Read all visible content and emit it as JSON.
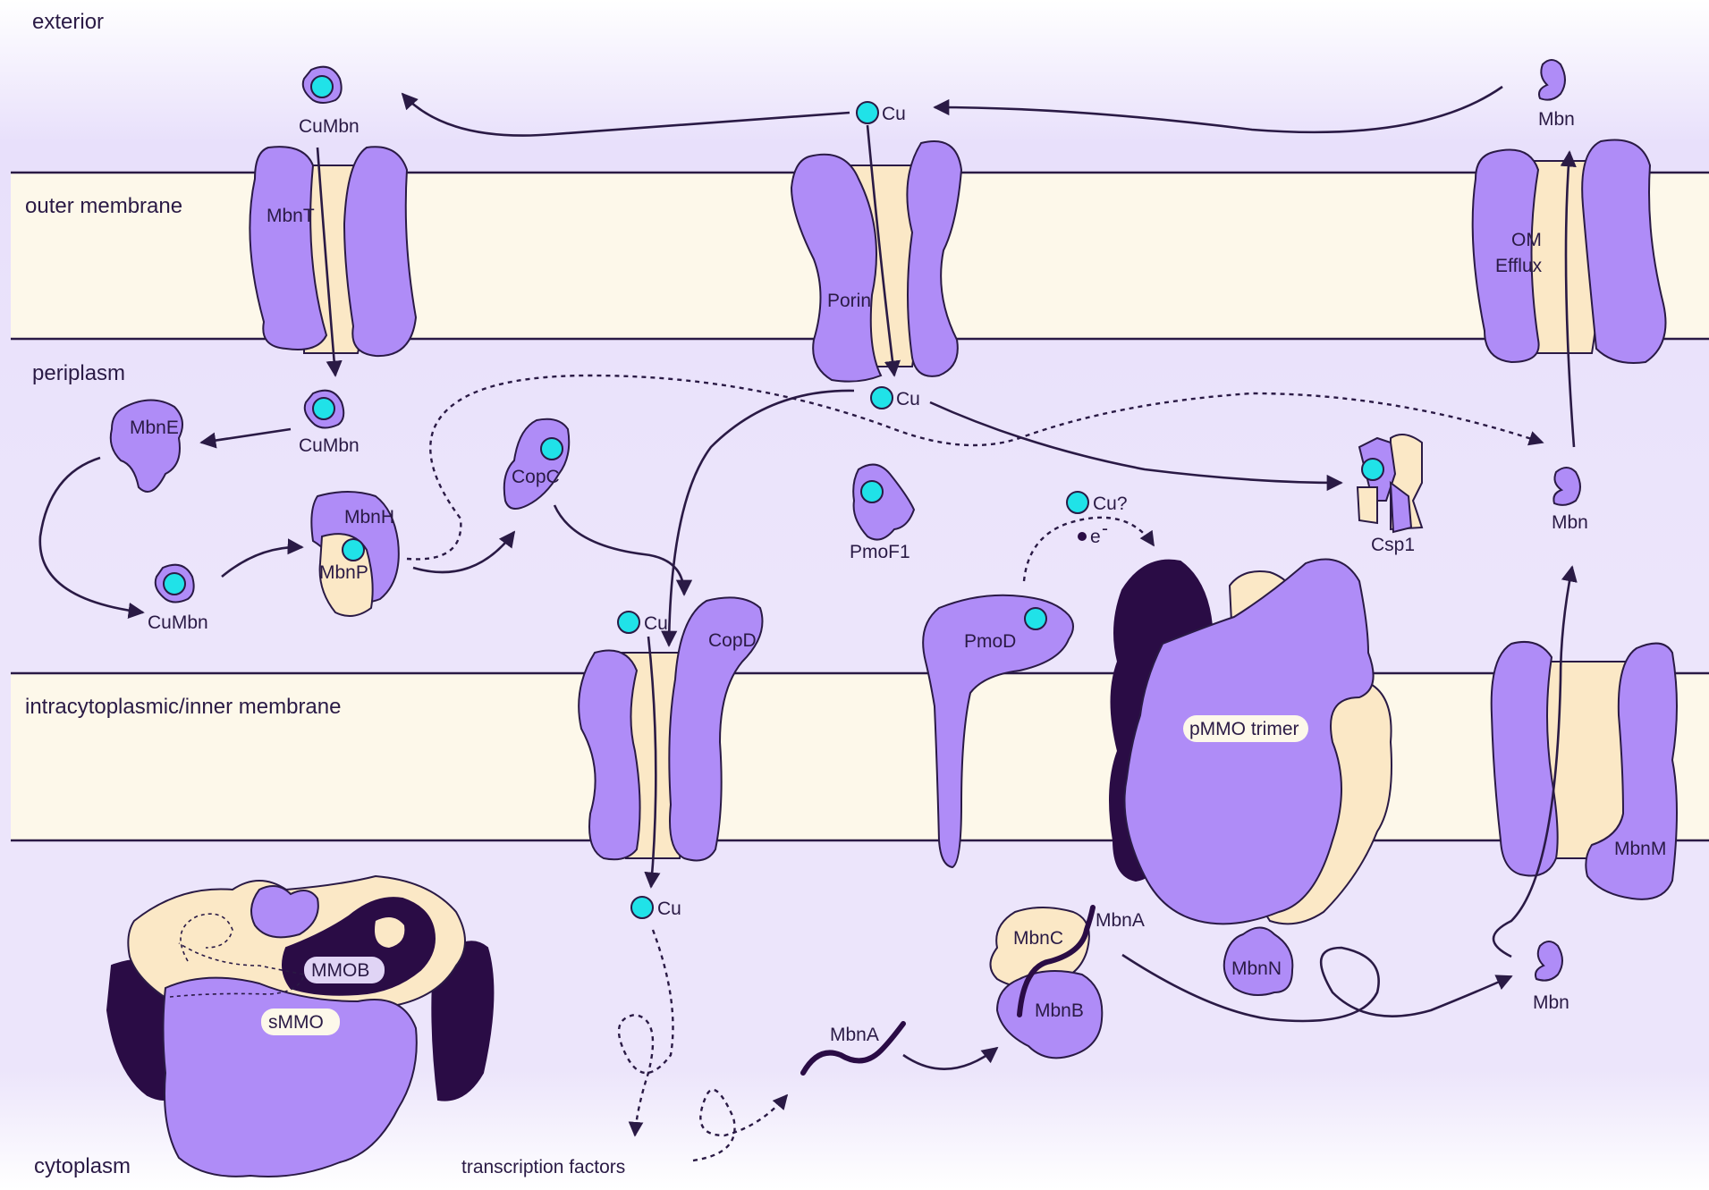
{
  "regions": {
    "exterior": "exterior",
    "outer_membrane": "outer membrane",
    "periplasm": "periplasm",
    "inner_membrane": "intracytoplasmic/inner membrane",
    "cytoplasm": "cytoplasm"
  },
  "labels": {
    "cumbn_top": "CuMbn",
    "cu_top": "Cu",
    "mbn_top": "Mbn",
    "mbnt": "MbnT",
    "porin": "Porin",
    "om_efflux_1": "OM",
    "om_efflux_2": "Efflux",
    "cumbn_peri": "CuMbn",
    "cu_peri": "Cu",
    "mbne": "MbnE",
    "copc": "CopC",
    "mbnh": "MbnH",
    "mbnp": "MbnP",
    "cumbn_low": "CuMbn",
    "pmof1": "PmoF1",
    "cu_question": "Cu?",
    "electron": "e",
    "electron_sup": "-",
    "csp1": "Csp1",
    "mbn_peri": "Mbn",
    "cu_copd": "Cu",
    "copd": "CopD",
    "pmod": "PmoD",
    "pmmo": "pMMO trimer",
    "mbnm": "MbnM",
    "cu_cyto": "Cu",
    "mmob": "MMOB",
    "smmo": "sMMO",
    "mbna_top": "MbnA",
    "mbnc": "MbnC",
    "mbnb": "MbnB",
    "mbnn": "MbnN",
    "mbn_cyto": "Mbn",
    "mbna_free": "MbnA",
    "transcription": "transcription factors"
  },
  "colors": {
    "protein": "#af8cf7",
    "cream": "#fbe8c6",
    "dark": "#2a0c45",
    "copper": "#20e2e8",
    "membrane": "#fdf8ea",
    "aqueous": "#ece5fb"
  }
}
